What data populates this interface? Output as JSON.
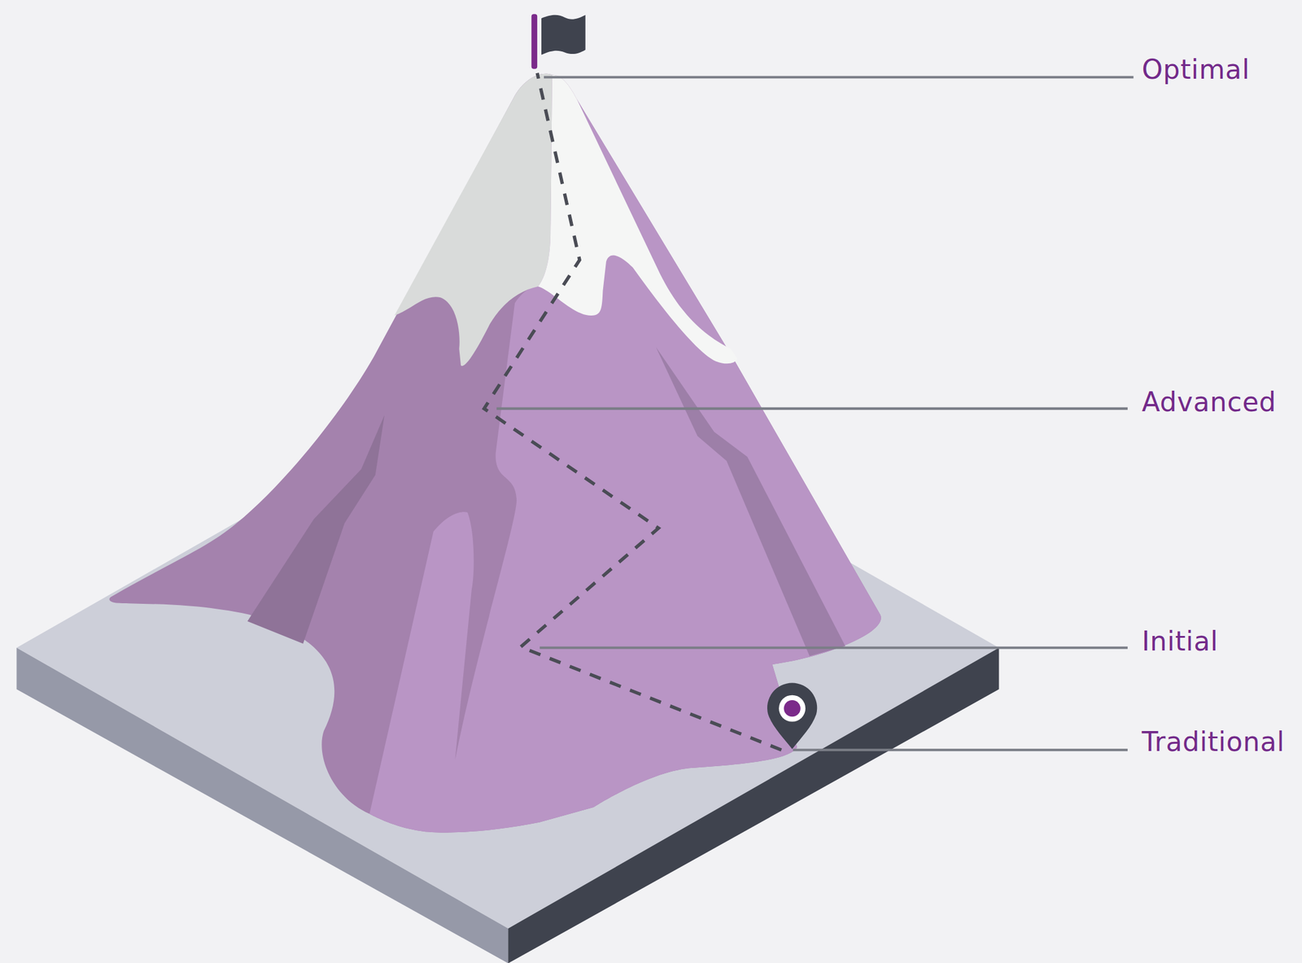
{
  "diagram": {
    "labels": [
      "Optimal",
      "Advanced",
      "Initial",
      "Traditional"
    ]
  }
}
